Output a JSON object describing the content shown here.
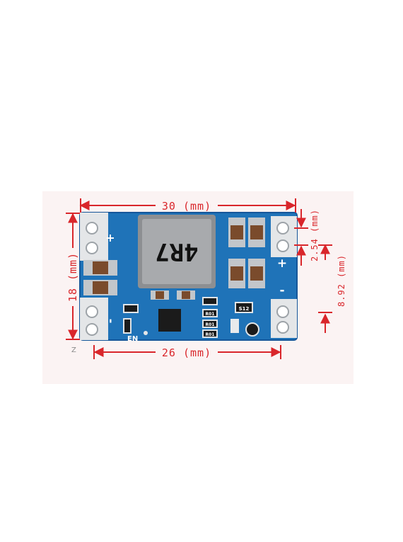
{
  "dimensions": {
    "length": "30 (mm)",
    "width_bottom": "26 (mm)",
    "height": "18 (mm)",
    "pitch": "2.54 (mm)",
    "offset": "8.92 (mm)"
  },
  "board": {
    "inductor_marking": "4R7",
    "en_label": "EN",
    "plus_left": "+",
    "minus_left": "-",
    "plus_right": "+",
    "minus_right": "-",
    "corner_mark": "Z",
    "component_codes": [
      "S12",
      "R01",
      "R01",
      "R01"
    ]
  },
  "colors": {
    "pcb": "#1f73b8",
    "dimension": "#d9262b",
    "inductor": "#8d8f92"
  }
}
